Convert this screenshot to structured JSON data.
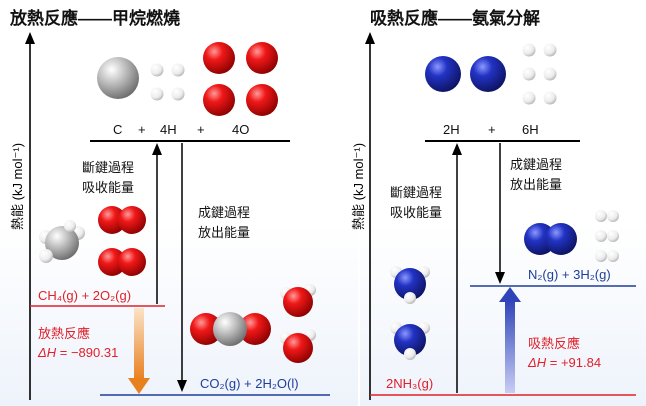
{
  "left": {
    "title": "放熱反應——甲烷燃燒",
    "y_axis_label": "熱能 (kJ mol⁻¹)",
    "top_level": {
      "c": "C",
      "plus1": "+",
      "h": "4H",
      "plus2": "+",
      "o": "4O"
    },
    "break_label_1": "斷鍵過程",
    "break_label_2": "吸收能量",
    "form_label_1": "成鍵過程",
    "form_label_2": "放出能量",
    "reactants_label": "CH₄(g) + 2O₂(g)",
    "products_label": "CO₂(g) + 2H₂O(l)",
    "reaction_type": "放熱反應",
    "delta_h_symbol": "ΔH",
    "delta_h_value": "= −890.31"
  },
  "right": {
    "title": "吸熱反應——氨氣分解",
    "y_axis_label": "熱能 (kJ mol⁻¹)",
    "top_level": {
      "n": "2H",
      "plus": "+",
      "h": "6H"
    },
    "break_label_1": "斷鍵過程",
    "break_label_2": "吸收能量",
    "form_label_1": "成鍵過程",
    "form_label_2": "放出能量",
    "reactants_label": "2NH₃(g)",
    "products_label": "N₂(g) + 3H₂(g)",
    "reaction_type": "吸熱反應",
    "delta_h_symbol": "ΔH",
    "delta_h_value": "= +91.84"
  },
  "colors": {
    "oxygen": "#e01010",
    "carbon": "#b8b8b8",
    "nitrogen": "#1e2fb0",
    "hydrogen": "#f4f4f4",
    "exo_arrow": "#e8801e",
    "endo_arrow": "#2f44b8",
    "level_red": "#e0202a",
    "level_blue": "#1f3d9c"
  }
}
